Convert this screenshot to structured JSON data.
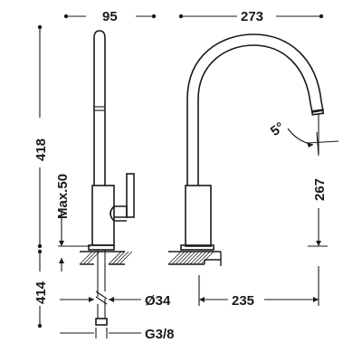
{
  "dimensions": {
    "front_width": "95",
    "side_reach": "273",
    "total_height": "418",
    "lever_max": "Max.50",
    "spout_height": "267",
    "below_counter": "414",
    "hole_diameter": "Ø34",
    "base_to_outlet": "235",
    "connection": "G3/8",
    "tilt_angle": "5°"
  }
}
